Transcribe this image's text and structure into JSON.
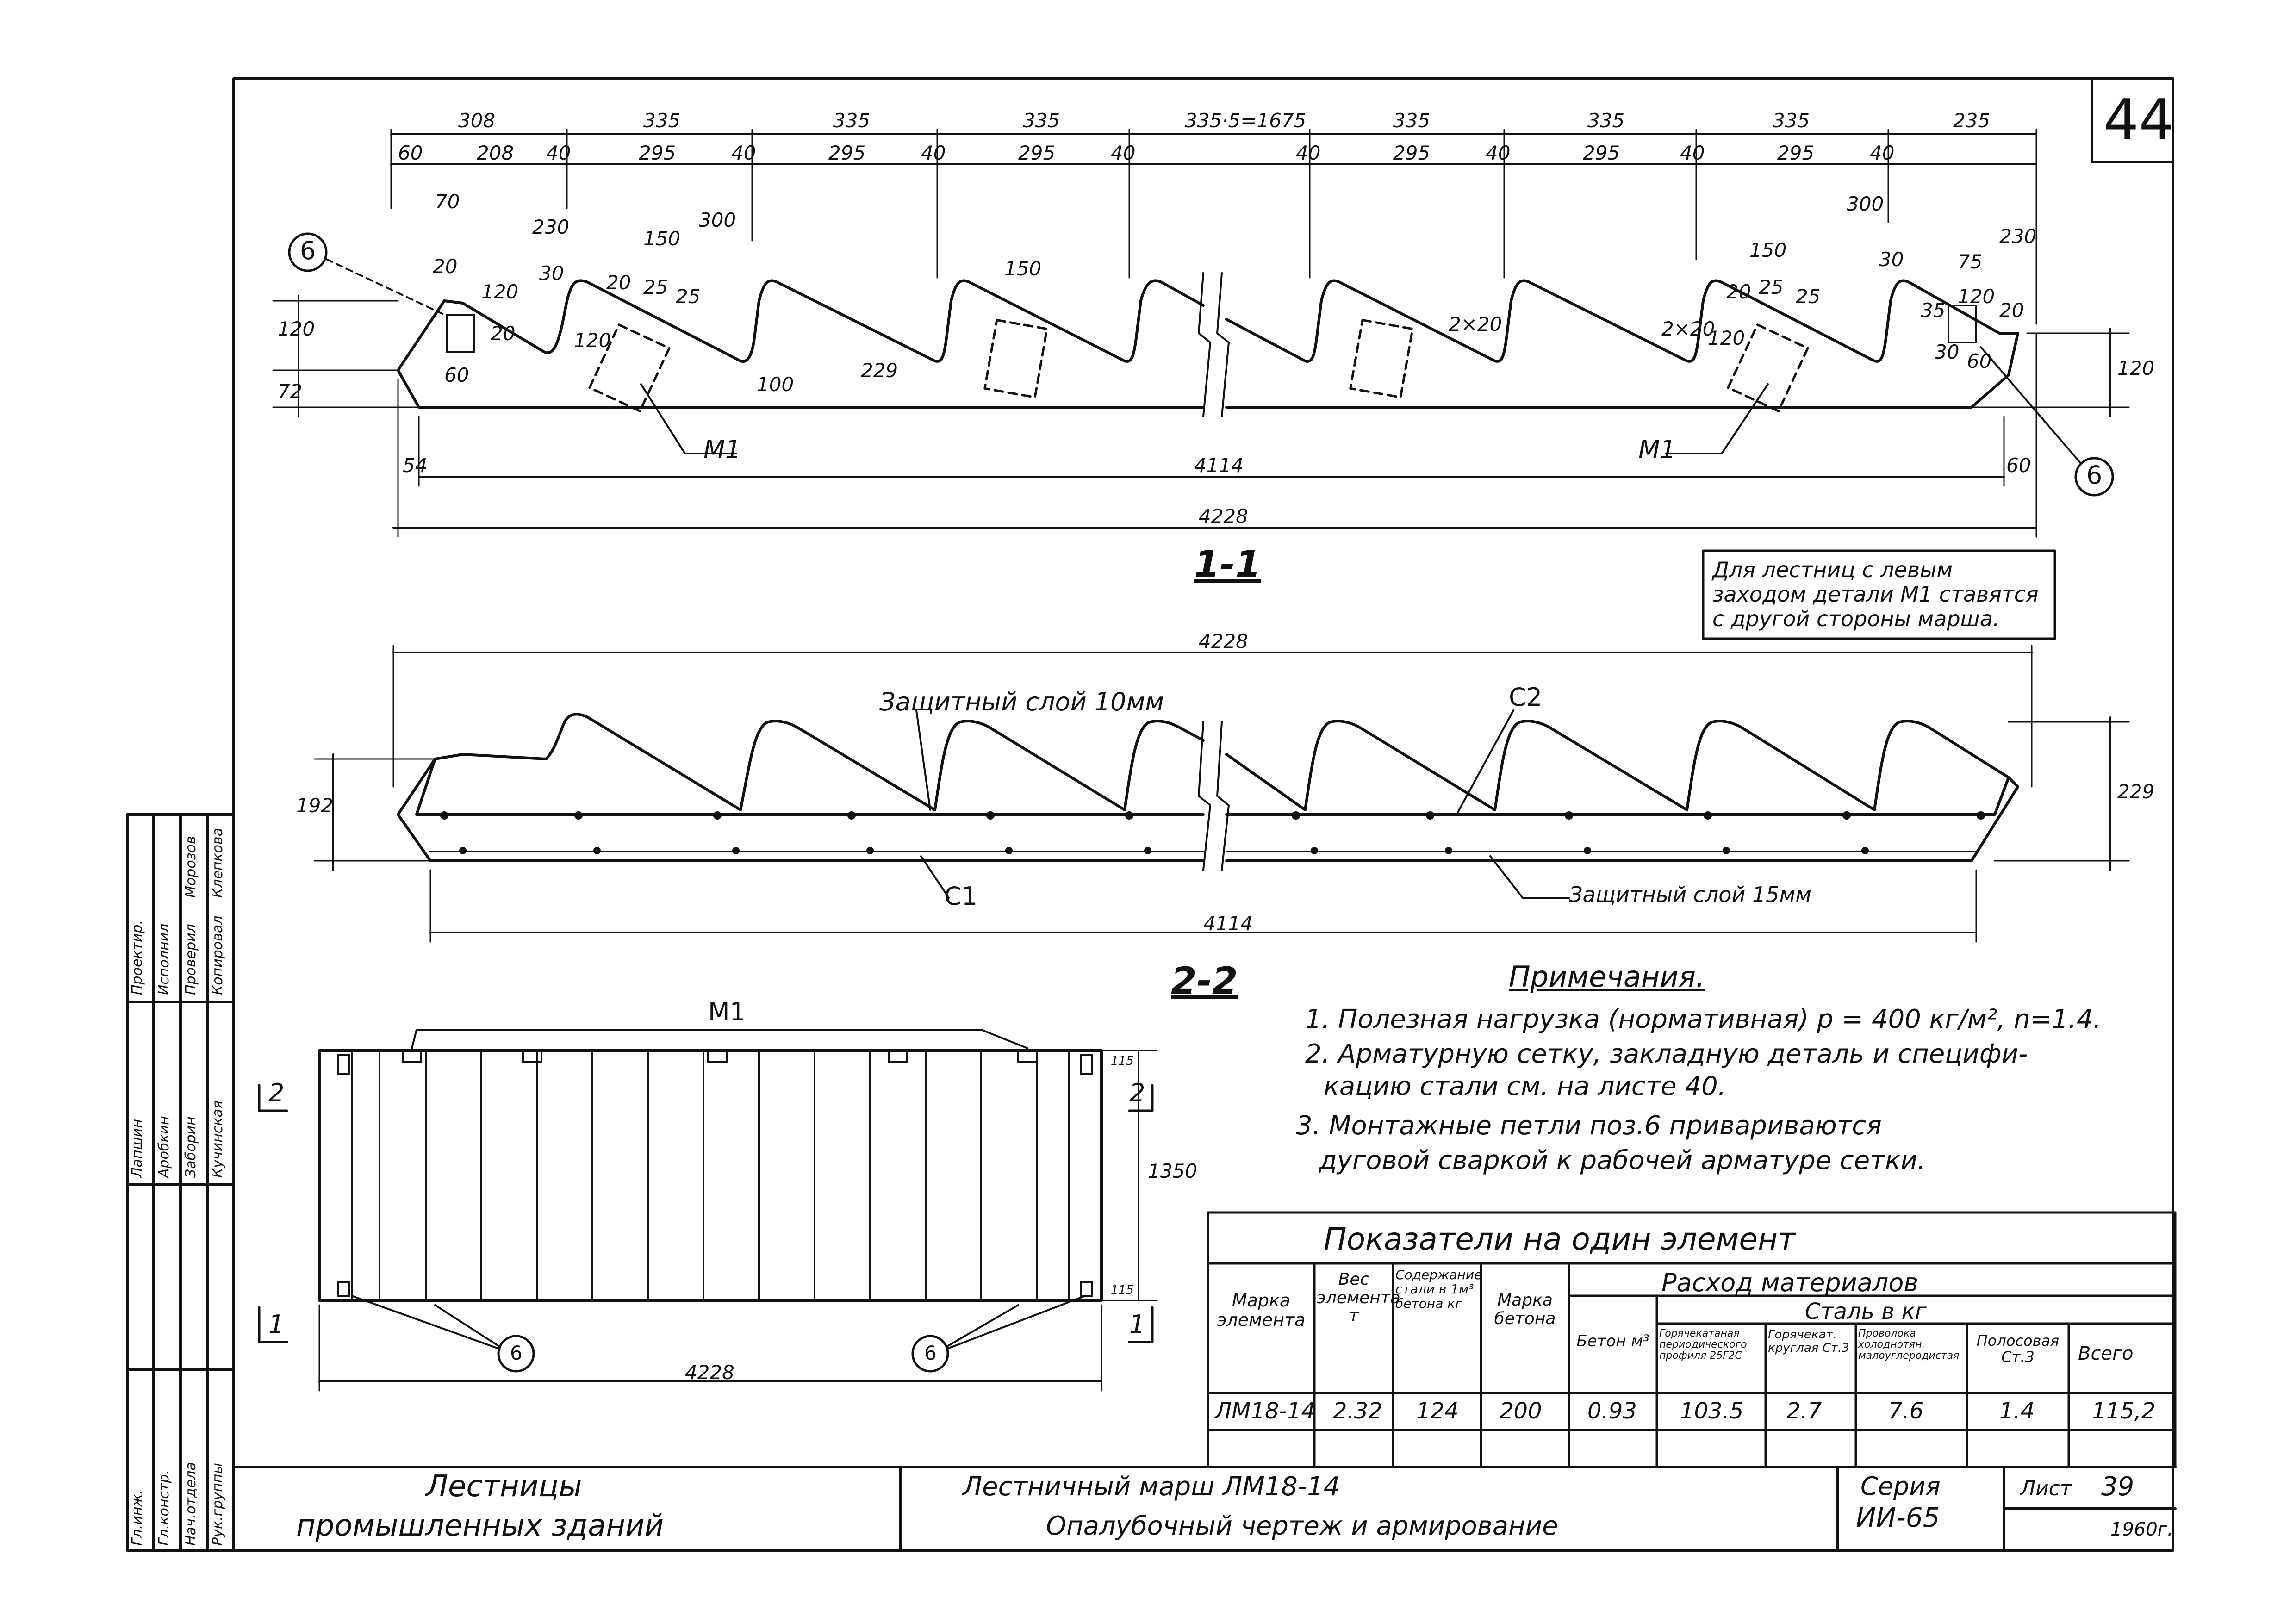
{
  "sheet_number": "44",
  "section_1": {
    "title": "1-1",
    "top_dims": [
      "308",
      "335",
      "335",
      "335",
      "335·5=1675",
      "335",
      "335",
      "335",
      "235"
    ],
    "sub_dims": [
      "60",
      "208",
      "40",
      "295",
      "40",
      "295",
      "40",
      "295",
      "40",
      "40",
      "295",
      "40",
      "295",
      "40",
      "295",
      "40"
    ],
    "detail_dims": [
      "70",
      "230",
      "150",
      "300",
      "20",
      "120",
      "30",
      "20",
      "25",
      "25",
      "120",
      "20",
      "60",
      "100",
      "229",
      "150",
      "2×20",
      "2×20",
      "120",
      "20",
      "25",
      "25",
      "150",
      "300",
      "30",
      "75",
      "230",
      "120",
      "20",
      "35",
      "30",
      "60"
    ],
    "height_dims": [
      "120",
      "72",
      "120"
    ],
    "bottom_dims": [
      "54",
      "4114",
      "60",
      "4228"
    ],
    "labels": [
      "М1",
      "М1"
    ],
    "callouts": [
      "6",
      "6"
    ]
  },
  "note_box": "Для лестниц с левым заходом детали М1 ставятся с другой стороны марша.",
  "section_2": {
    "title": "2-2",
    "length_top": "4228",
    "length_bottom": "4114",
    "left_height": "192",
    "right_height": "229",
    "cover_top": "Защитный слой 10мм",
    "cover_bottom": "Защитный слой 15мм",
    "mesh_labels": [
      "С2",
      "С1"
    ]
  },
  "plan": {
    "label_m1": "М1",
    "width_dim": "1350",
    "edge_dims": [
      "115",
      "115"
    ],
    "length_dim": "4228",
    "cut_marks": [
      "2",
      "1",
      "2",
      "1"
    ],
    "callouts": [
      "6",
      "6"
    ]
  },
  "notes": {
    "title": "Примечания.",
    "items": [
      "1. Полезная нагрузка (нормативная) р = 400 кг/м², n=1.4.",
      "2. Арматурную сетку, закладную деталь и специфи-",
      "кацию стали см. на листе 40.",
      "3. Монтажные петли поз.6 привариваются",
      "дуговой сваркой к рабочей арматуре сетки."
    ]
  },
  "table": {
    "title": "Показатели на один элемент",
    "consumption": "Расход материалов",
    "steel": "Сталь в кг",
    "col_mark": "Марка элемента",
    "col_weight": "Вес элемента т",
    "col_steel_content": "Содержание стали в 1м³ бетона кг",
    "col_concrete_grade": "Марка бетона",
    "col_concrete": "Бетон м³",
    "col_periodic": "Горячекатаная периодического профиля 25Г2С",
    "col_round": "Горячекат. круглая Ст.3",
    "col_wire": "Проволока холоднотян. малоуглеродистая",
    "col_strip": "Полосовая Ст.3",
    "col_total": "Всего",
    "row": [
      "ЛМ18-14",
      "2.32",
      "124",
      "200",
      "0.93",
      "103.5",
      "2.7",
      "7.6",
      "1.4",
      "115,2"
    ]
  },
  "title_block": {
    "project_line1": "Лестницы",
    "project_line2": "промышленных зданий",
    "drawing_line1": "Лестничный марш ЛМ18-14",
    "drawing_line2": "Опалубочный чертеж и армирование",
    "series_label": "Серия",
    "series_value": "ИИ-65",
    "sheet_label": "Лист",
    "sheet_value": "39",
    "year": "1960г."
  },
  "signatures": [
    {
      "role": "Гл.инж.",
      "name": "Лапшин"
    },
    {
      "role": "Гл.констр.",
      "name": "Аробкин"
    },
    {
      "role": "Нач.отдела",
      "name": "Заборин"
    },
    {
      "role": "Рук.группы",
      "name": "Кучинская"
    },
    {
      "role": "Проектир.",
      "name": ""
    },
    {
      "role": "Исполнил",
      "name": ""
    },
    {
      "role": "Проверил",
      "name": "Морозов"
    },
    {
      "role": "Копировал",
      "name": "Клепкова"
    }
  ]
}
